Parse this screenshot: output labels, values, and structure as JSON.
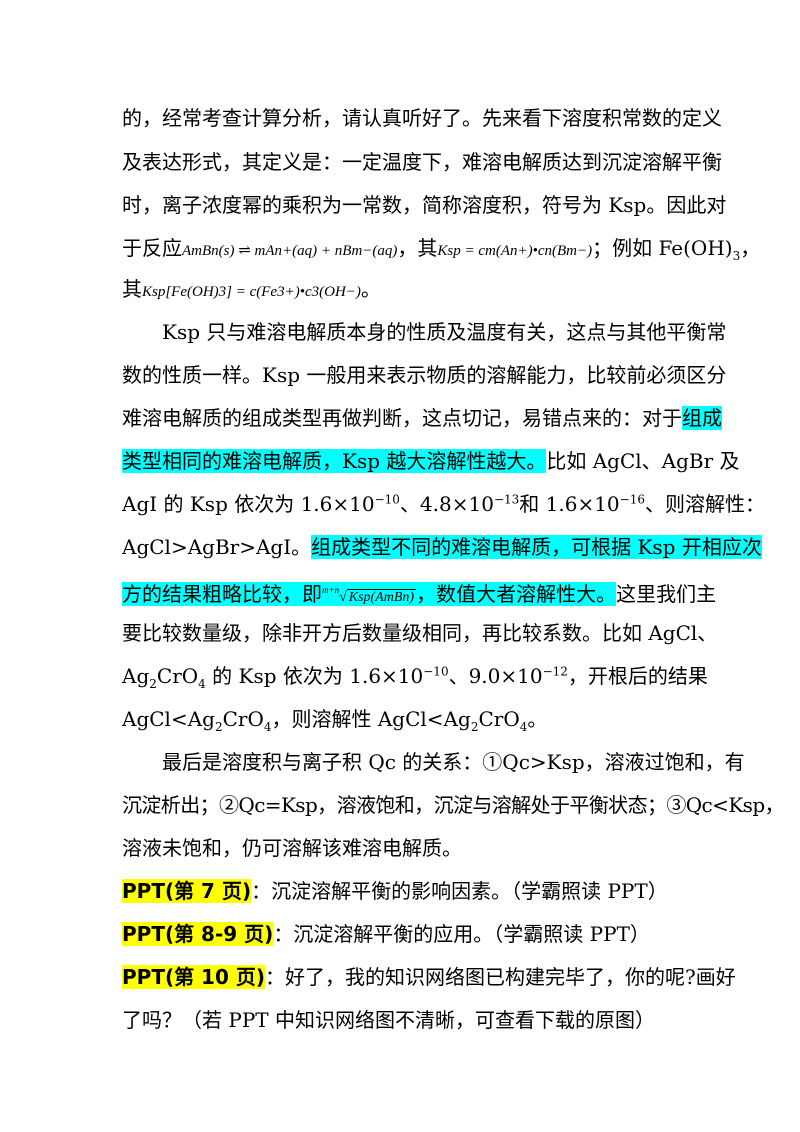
{
  "para1": {
    "l1": "的，经常考查计算分析，请认真听好了。先来看下溶度积常数的定义",
    "l2": "及表达形式，其定义是：一定温度下，难溶电解质达到沉淀溶解平衡",
    "l3": "时，离子浓度幂的乘积为一常数，简称溶度积，符号为 Ksp。因此对",
    "l4_pre": "于反应",
    "l4_f1": "AmBn(s) ⇌ mAn+(aq) + nBm−(aq)",
    "l4_mid": "，其",
    "l4_f2": "Ksp = cm(An+)•cn(Bm−)",
    "l4_post": "；例如 Fe(OH)",
    "l4_sub": "3",
    "l4_end": "，",
    "l5_pre": "其",
    "l5_f": "Ksp[Fe(OH)3] = c(Fe3+)•c3(OH−)",
    "l5_post": "。"
  },
  "para2": {
    "l1": "Ksp 只与难溶电解质本身的性质及温度有关，这点与其他平衡常",
    "l2": "数的性质一样。Ksp 一般用来表示物质的溶解能力，比较前必须区分",
    "l3_a": "难溶电解质的组成类型再做判断，这点切记，易错点来的：对于",
    "l3_hl": "组成",
    "l4_hl": "类型相同的难溶电解质，Ksp 越大溶解性越大。",
    "l4_b": "比如 AgCl、AgBr 及",
    "l5_a": "AgI 的 Ksp 依次为 1.6×10",
    "l5_e1": "−10",
    "l5_b": "、4.8×10",
    "l5_e2": "−13",
    "l5_c": "和 1.6×10",
    "l5_e3": "−16",
    "l5_d": "、则溶解性：",
    "l6_a": "AgCl>AgBr>AgI。",
    "l6_hl": "组成类型不同的难溶电解质，可根据 Ksp 开相应次",
    "l7_hl_a": "方的结果粗略比较，即",
    "l7_root_idx": "m+n",
    "l7_root": "Ksp(AmBn)",
    "l7_hl_b": "，数值大者溶解性大。",
    "l7_b": "这里我们主",
    "l8": "要比较数量级，除非开方后数量级相同，再比较系数。比如 AgCl、",
    "l9_a": "Ag",
    "l9_s1": "2",
    "l9_b": "CrO",
    "l9_s2": "4",
    "l9_c": " 的 Ksp 依次为 1.6×10",
    "l9_e1": "−10",
    "l9_d": "、9.0×10",
    "l9_e2": "−12",
    "l9_e": "，开根后的结果",
    "l10_a": "AgCl<Ag",
    "l10_s1": "2",
    "l10_b": "CrO",
    "l10_s2": "4",
    "l10_c": "，则溶解性 AgCl<Ag",
    "l10_s3": "2",
    "l10_d": "CrO",
    "l10_s4": "4",
    "l10_e": "。"
  },
  "para3": {
    "l1": "最后是溶度积与离子积 Qc 的关系：①Qc>Ksp，溶液过饱和，有",
    "l2": "沉淀析出；②Qc=Ksp，溶液饱和，沉淀与溶解处于平衡状态；③Qc<Ksp，",
    "l3": "溶液未饱和，仍可溶解该难溶电解质。"
  },
  "ppt": [
    {
      "tag": "PPT(第 7 页)",
      "text": "：沉淀溶解平衡的影响因素。（学霸照读 PPT）"
    },
    {
      "tag": "PPT(第 8-9 页)",
      "text": "：沉淀溶解平衡的应用。（学霸照读 PPT）"
    },
    {
      "tag": "PPT(第 10 页)",
      "text": "：好了，我的知识网络图已构建完毕了，你的呢?画好"
    }
  ],
  "last_line": "了吗？（若 PPT 中知识网络图不清晰，可查看下载的原图）"
}
